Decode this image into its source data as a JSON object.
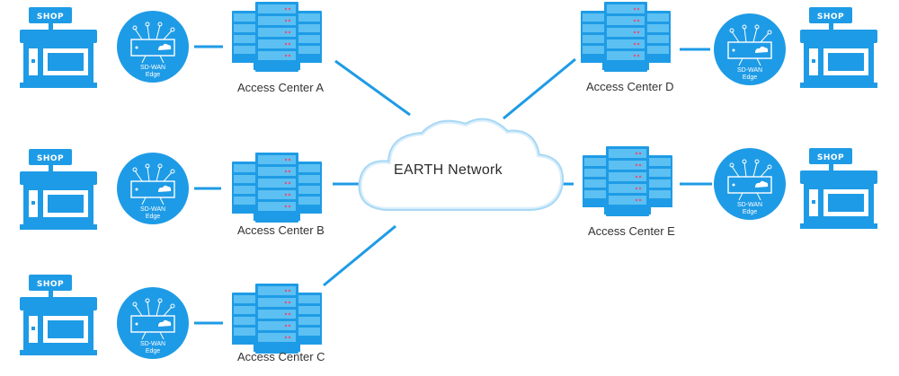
{
  "network": {
    "label": "EARTH  Network"
  },
  "colors": {
    "primary": "#1e9be6",
    "light": "#5cc0f2",
    "line": "#1e9be6",
    "cloud_edge": "#a8d8f4"
  },
  "shop_label": "SHOP",
  "edge_label": {
    "line1": "SD-WAN",
    "line2": "Edge"
  },
  "access_centers": [
    {
      "id": "A",
      "label": "Access Center A"
    },
    {
      "id": "B",
      "label": "Access Center B"
    },
    {
      "id": "C",
      "label": "Access Center C"
    },
    {
      "id": "D",
      "label": "Access Center D"
    },
    {
      "id": "E",
      "label": "Access Center E"
    }
  ],
  "icons": {
    "shop": "shop-icon",
    "edge": "sd-wan-edge-icon",
    "server": "server-rack-icon",
    "cloud": "cloud-icon"
  }
}
